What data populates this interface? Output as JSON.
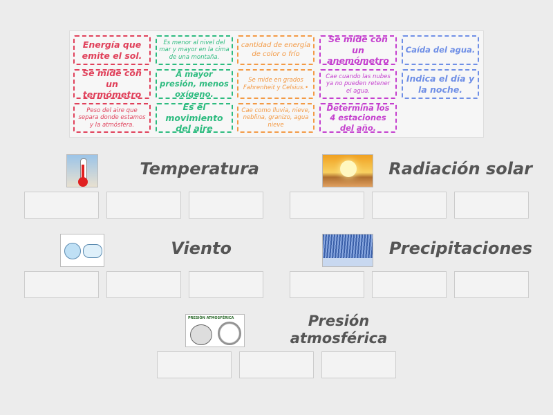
{
  "colors": {
    "red": "#e0405a",
    "green": "#2dbb7f",
    "orange": "#f39a45",
    "purple": "#c43fce",
    "blue": "#6f8fe6"
  },
  "cards": [
    {
      "text": "Energía que emite el sol.",
      "color": "red",
      "size": "big"
    },
    {
      "text": "Es menor al nivel del mar y mayor en la cima de una montaña.",
      "color": "green",
      "size": "small"
    },
    {
      "text": "cantidad de energía de color o frío",
      "color": "orange",
      "size": "small2"
    },
    {
      "text": "Se mide con un anemómetro",
      "color": "purple",
      "size": "big"
    },
    {
      "text": "Caída del agua.",
      "color": "blue",
      "size": "mid"
    },
    {
      "text": "Se mide con un termómetro",
      "color": "red",
      "size": "big"
    },
    {
      "text": "A mayor presión, menos oxígeno.",
      "color": "green",
      "size": "mid"
    },
    {
      "text": "Se mide en grados Fahrenheit y Celsius.•",
      "color": "orange",
      "size": "small"
    },
    {
      "text": "Cae cuando las nubes ya no pueden retener el agua.",
      "color": "purple",
      "size": "small"
    },
    {
      "text": "Indica el día y la noche.",
      "color": "blue",
      "size": "big"
    },
    {
      "text": "Peso del aire que separa donde estamos y la atmósfera.",
      "color": "red",
      "size": "small"
    },
    {
      "text": "Es el movimiento del aire",
      "color": "green",
      "size": "big"
    },
    {
      "text": "Cae como lluvia, nieve, neblina, granizo, agua nieve",
      "color": "orange",
      "size": "small"
    },
    {
      "text": "Determina los 4 estaciones del año.",
      "color": "purple",
      "size": "mid"
    }
  ],
  "categories": [
    {
      "title": "Temperatura",
      "icon": "thermometer-icon"
    },
    {
      "title": "Radiación solar",
      "icon": "sun-icon"
    },
    {
      "title": "Viento",
      "icon": "wind-icon"
    },
    {
      "title": "Precipitaciones",
      "icon": "rain-icon"
    },
    {
      "title": "Presión atmosférica",
      "icon": "barometer-icon",
      "icon_label": "PRESIÓN ATMOSFÉRICA"
    }
  ]
}
